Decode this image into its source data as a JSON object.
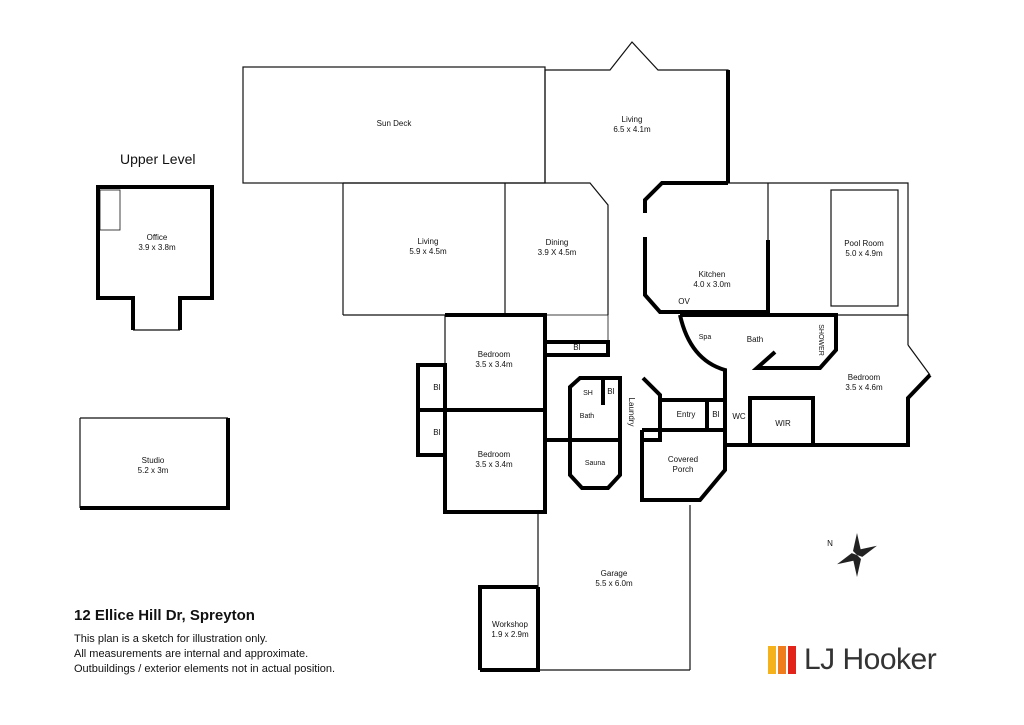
{
  "upper_level_label": "Upper Level",
  "rooms": {
    "sun_deck": {
      "name": "Sun Deck"
    },
    "living_upper": {
      "name": "Living",
      "size": "6.5 x 4.1m"
    },
    "living": {
      "name": "Living",
      "size": "5.9 x 4.5m"
    },
    "dining": {
      "name": "Dining",
      "size": "3.9 X 4.5m"
    },
    "kitchen": {
      "name": "Kitchen",
      "size": "4.0 x 3.0m"
    },
    "oven": {
      "name": "OV"
    },
    "pool_room": {
      "name": "Pool Room",
      "size": "5.0 x 4.9m"
    },
    "spa": {
      "name": "Spa"
    },
    "bath_main": {
      "name": "Bath"
    },
    "shower": {
      "name": "SHOWER"
    },
    "bedroom_master": {
      "name": "Bedroom",
      "size": "3.5 x 4.6m"
    },
    "wir": {
      "name": "WIR"
    },
    "wc": {
      "name": "WC"
    },
    "bi_entry": {
      "name": "BI"
    },
    "entry": {
      "name": "Entry"
    },
    "covered_porch": {
      "name": "Covered",
      "name2": "Porch"
    },
    "bi_hall": {
      "name": "BI"
    },
    "sh": {
      "name": "SH"
    },
    "bi_small": {
      "name": "BI"
    },
    "bath_small": {
      "name": "Bath"
    },
    "laundry": {
      "name": "Laundry"
    },
    "sauna": {
      "name": "Sauna"
    },
    "bedroom_1": {
      "name": "Bedroom",
      "size": "3.5 x 3.4m"
    },
    "bedroom_2": {
      "name": "Bedroom",
      "size": "3.5 x 3.4m"
    },
    "bi_bed1": {
      "name": "BI"
    },
    "bi_bed2": {
      "name": "BI"
    },
    "garage": {
      "name": "Garage",
      "size": "5.5 x 6.0m"
    },
    "workshop": {
      "name": "Workshop",
      "size": "1.9 x 2.9m"
    },
    "office": {
      "name": "Office",
      "size": "3.9 x 3.8m"
    },
    "studio": {
      "name": "Studio",
      "size": "5.2 x 3m"
    }
  },
  "address": "12 Ellice Hill Dr, Spreyton",
  "notes": [
    "This plan is a sketch for illustration only.",
    "All measurements are internal and approximate.",
    "Outbuildings / exterior elements not in actual position."
  ],
  "compass": {
    "label": "N"
  },
  "logo": {
    "text": "LJ Hooker",
    "colors": [
      "#f6b21a",
      "#ef7d1e",
      "#e2231a"
    ]
  }
}
